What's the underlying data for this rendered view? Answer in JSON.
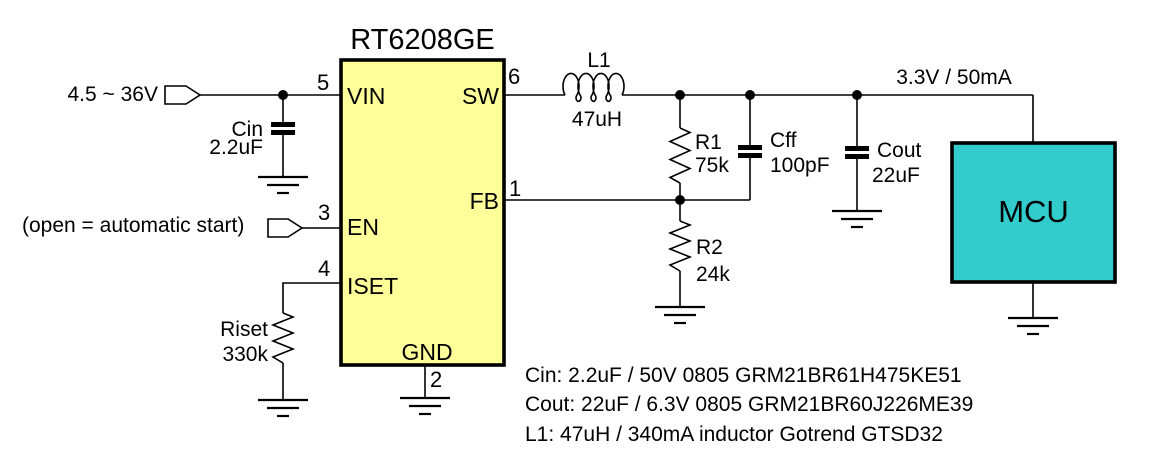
{
  "colors": {
    "background": "#FFFFFF",
    "ic_fill": "#FFFF99",
    "mcu_fill": "#33CCCC",
    "line": "#000000"
  },
  "ic": {
    "title": "RT6208GE",
    "pins": [
      {
        "label": "VIN",
        "number": "5"
      },
      {
        "label": "SW",
        "number": "6"
      },
      {
        "label": "FB",
        "number": "1"
      },
      {
        "label": "EN",
        "number": "3"
      },
      {
        "label": "ISET",
        "number": "4"
      },
      {
        "label": "GND",
        "number": "2"
      }
    ]
  },
  "ports": {
    "input": {
      "label": "4.5 ~ 36V"
    },
    "enable": {
      "label": "(open = automatic start)"
    }
  },
  "components": {
    "cin": {
      "ref": "Cin",
      "value": "2.2uF"
    },
    "l1": {
      "ref": "L1",
      "value": "47uH"
    },
    "r1": {
      "ref": "R1",
      "value": "75k"
    },
    "r2": {
      "ref": "R2",
      "value": "24k"
    },
    "cff": {
      "ref": "Cff",
      "value": "100pF"
    },
    "cout": {
      "ref": "Cout",
      "value": "22uF"
    },
    "riset": {
      "ref": "Riset",
      "value": "330k"
    }
  },
  "output": {
    "label": "3.3V / 50mA"
  },
  "mcu": {
    "label": "MCU"
  },
  "notes": [
    "Cin: 2.2uF / 50V 0805 GRM21BR61H475KE51",
    "Cout: 22uF / 6.3V 0805 GRM21BR60J226ME39",
    "L1: 47uH / 340mA inductor Gotrend GTSD32"
  ]
}
